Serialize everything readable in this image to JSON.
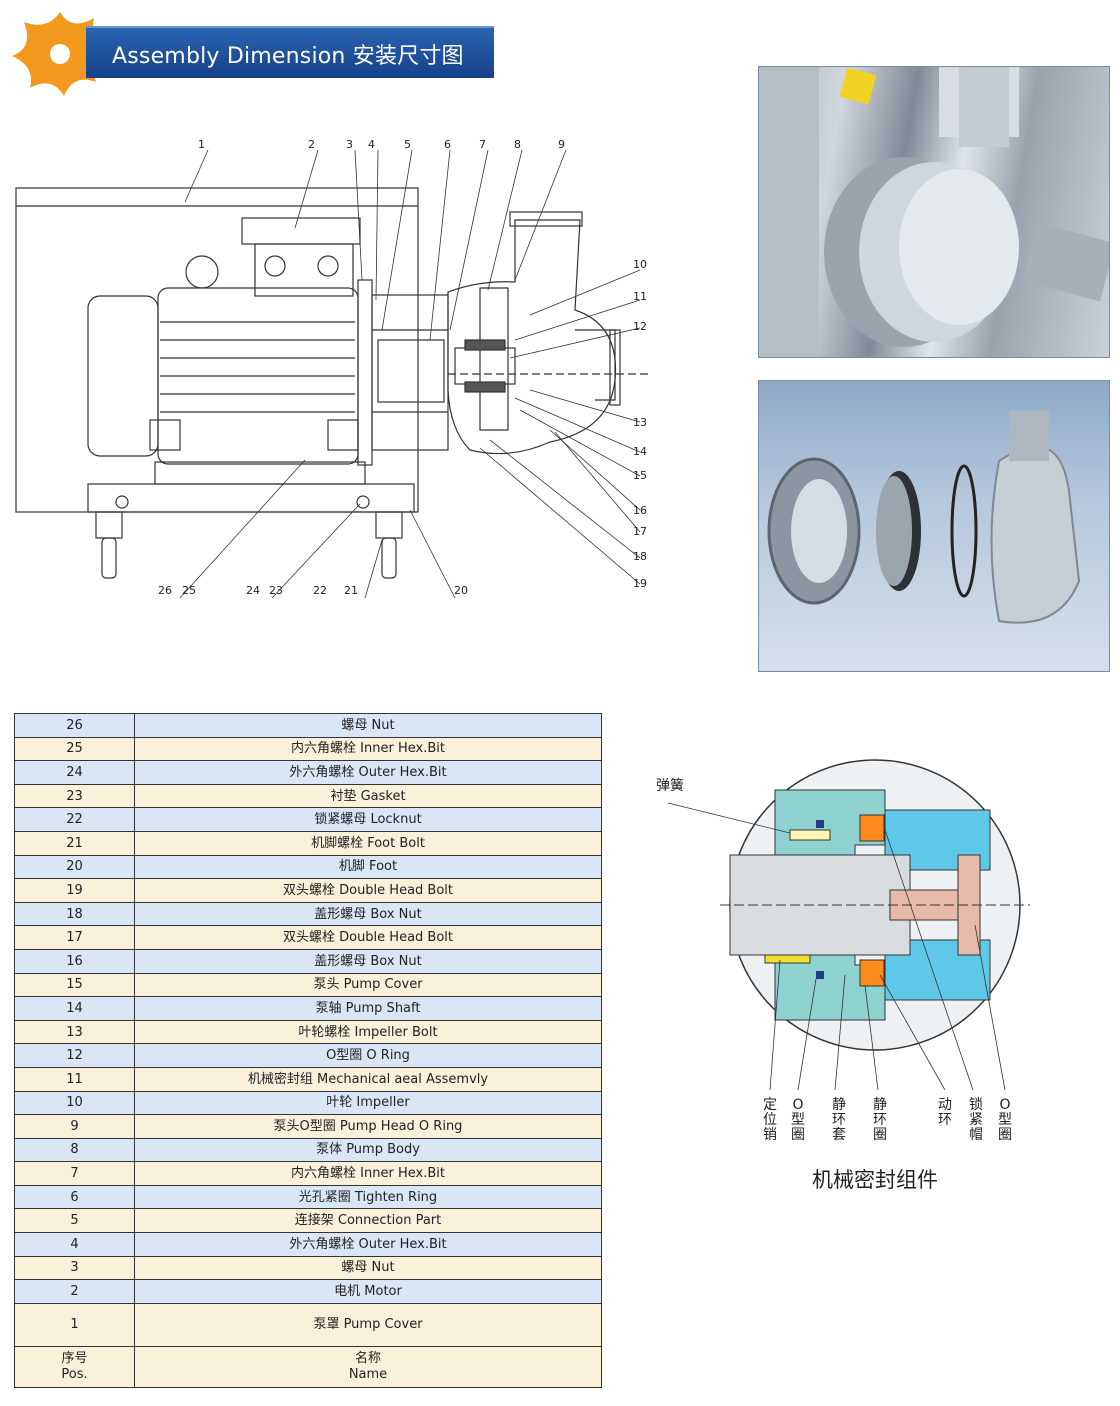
{
  "header": {
    "title": "Assembly Dimension  安装尺寸图"
  },
  "drawing": {
    "callouts_top": [
      "1",
      "2",
      "3",
      "4",
      "5",
      "6",
      "7",
      "8",
      "9"
    ],
    "callouts_right": [
      "10",
      "11",
      "12",
      "13",
      "14",
      "15",
      "16",
      "17",
      "18",
      "19"
    ],
    "callouts_bottom": [
      "26",
      "25",
      "24",
      "23",
      "22",
      "21",
      "20"
    ]
  },
  "parts_table": {
    "rows": [
      {
        "pos": "26",
        "name": "螺母  Nut"
      },
      {
        "pos": "25",
        "name": "内六角螺栓  Inner Hex.Bit"
      },
      {
        "pos": "24",
        "name": "外六角螺栓  Outer Hex.Bit"
      },
      {
        "pos": "23",
        "name": "衬垫  Gasket"
      },
      {
        "pos": "22",
        "name": "锁紧螺母  Locknut"
      },
      {
        "pos": "21",
        "name": "机脚螺栓 Foot Bolt"
      },
      {
        "pos": "20",
        "name": "机脚  Foot"
      },
      {
        "pos": "19",
        "name": "双头螺栓  Double Head Bolt"
      },
      {
        "pos": "18",
        "name": "盖形螺母  Box Nut"
      },
      {
        "pos": "17",
        "name": "双头螺栓  Double Head Bolt"
      },
      {
        "pos": "16",
        "name": "盖形螺母  Box Nut"
      },
      {
        "pos": "15",
        "name": "泵头  Pump Cover"
      },
      {
        "pos": "14",
        "name": "泵轴  Pump Shaft"
      },
      {
        "pos": "13",
        "name": "叶轮螺栓  Impeller Bolt"
      },
      {
        "pos": "12",
        "name": "O型圈  O Ring"
      },
      {
        "pos": "11",
        "name": "机械密封组  Mechanical aeal Assemvly"
      },
      {
        "pos": "10",
        "name": "叶轮  Impeller"
      },
      {
        "pos": "9",
        "name": "泵头O型圈 Pump Head O Ring"
      },
      {
        "pos": "8",
        "name": "泵体  Pump Body"
      },
      {
        "pos": "7",
        "name": "内六角螺栓 Inner Hex.Bit"
      },
      {
        "pos": "6",
        "name": "光孔紧圈  Tighten Ring"
      },
      {
        "pos": "5",
        "name": "连接架  Connection Part"
      },
      {
        "pos": "4",
        "name": "外六角螺栓  Outer Hex.Bit"
      },
      {
        "pos": "3",
        "name": "螺母   Nut"
      },
      {
        "pos": "2",
        "name": "电机  Motor"
      },
      {
        "pos": "1",
        "name": "泵罩  Pump Cover"
      }
    ],
    "header_pos_cn": "序号",
    "header_pos_en": "Pos.",
    "header_name_cn": "名称",
    "header_name_en": "Name"
  },
  "seal_diagram": {
    "spring_label": "弹簧",
    "labels": [
      "定位销",
      "O型圈",
      "静环套",
      "静环圈",
      "动环",
      "锁紧帽",
      "O型圈"
    ],
    "title": "机械密封组件"
  },
  "colors": {
    "header_blue": "#1f4f9c",
    "logo_orange": "#f39a1e",
    "row_blue": "#d9e6f5",
    "row_cream": "#fbf0d9"
  }
}
